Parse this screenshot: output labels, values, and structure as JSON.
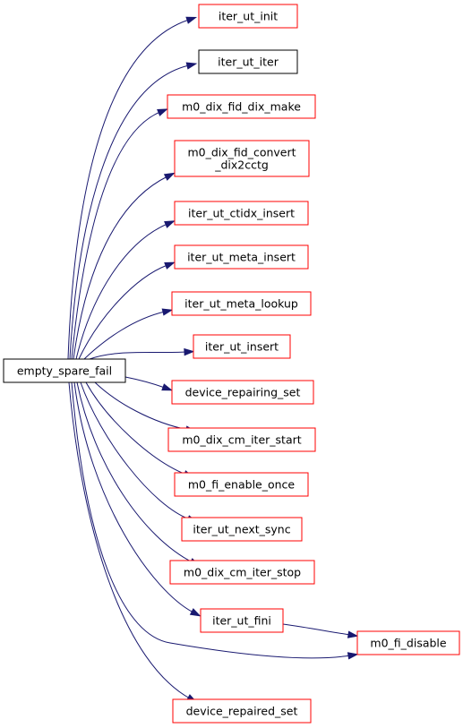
{
  "graph": {
    "root": {
      "id": "empty_spare_fail",
      "label": "empty_spare_fail",
      "fill": "#bfbfbf",
      "border": "#000000"
    },
    "nodes": [
      {
        "id": "iter_ut_init",
        "lines": [
          "iter_ut_init"
        ],
        "border": "#ff0000"
      },
      {
        "id": "iter_ut_iter",
        "lines": [
          "iter_ut_iter"
        ],
        "border": "#000000"
      },
      {
        "id": "m0_dix_fid_dix_make",
        "lines": [
          "m0_dix_fid_dix_make"
        ],
        "border": "#ff0000"
      },
      {
        "id": "m0_dix_fid_convert_dix2cctg",
        "lines": [
          "m0_dix_fid_convert",
          "_dix2cctg"
        ],
        "border": "#ff0000"
      },
      {
        "id": "iter_ut_ctidx_insert",
        "lines": [
          "iter_ut_ctidx_insert"
        ],
        "border": "#ff0000"
      },
      {
        "id": "iter_ut_meta_insert",
        "lines": [
          "iter_ut_meta_insert"
        ],
        "border": "#ff0000"
      },
      {
        "id": "iter_ut_meta_lookup",
        "lines": [
          "iter_ut_meta_lookup"
        ],
        "border": "#ff0000"
      },
      {
        "id": "iter_ut_insert",
        "lines": [
          "iter_ut_insert"
        ],
        "border": "#ff0000"
      },
      {
        "id": "device_repairing_set",
        "lines": [
          "device_repairing_set"
        ],
        "border": "#ff0000"
      },
      {
        "id": "m0_dix_cm_iter_start",
        "lines": [
          "m0_dix_cm_iter_start"
        ],
        "border": "#ff0000"
      },
      {
        "id": "m0_fi_enable_once",
        "lines": [
          "m0_fi_enable_once"
        ],
        "border": "#ff0000"
      },
      {
        "id": "iter_ut_next_sync",
        "lines": [
          "iter_ut_next_sync"
        ],
        "border": "#ff0000"
      },
      {
        "id": "m0_dix_cm_iter_stop",
        "lines": [
          "m0_dix_cm_iter_stop"
        ],
        "border": "#ff0000"
      },
      {
        "id": "iter_ut_fini",
        "lines": [
          "iter_ut_fini"
        ],
        "border": "#ff0000"
      },
      {
        "id": "m0_fi_disable",
        "lines": [
          "m0_fi_disable"
        ],
        "border": "#ff0000"
      },
      {
        "id": "device_repaired_set",
        "lines": [
          "device_repaired_set"
        ],
        "border": "#ff0000"
      }
    ],
    "edges": [
      {
        "from": "empty_spare_fail",
        "to": "iter_ut_init"
      },
      {
        "from": "empty_spare_fail",
        "to": "iter_ut_iter"
      },
      {
        "from": "empty_spare_fail",
        "to": "m0_dix_fid_dix_make"
      },
      {
        "from": "empty_spare_fail",
        "to": "m0_dix_fid_convert_dix2cctg"
      },
      {
        "from": "empty_spare_fail",
        "to": "iter_ut_ctidx_insert"
      },
      {
        "from": "empty_spare_fail",
        "to": "iter_ut_meta_insert"
      },
      {
        "from": "empty_spare_fail",
        "to": "iter_ut_meta_lookup"
      },
      {
        "from": "empty_spare_fail",
        "to": "iter_ut_insert"
      },
      {
        "from": "empty_spare_fail",
        "to": "device_repairing_set"
      },
      {
        "from": "empty_spare_fail",
        "to": "m0_dix_cm_iter_start"
      },
      {
        "from": "empty_spare_fail",
        "to": "m0_fi_enable_once"
      },
      {
        "from": "empty_spare_fail",
        "to": "iter_ut_next_sync"
      },
      {
        "from": "empty_spare_fail",
        "to": "m0_dix_cm_iter_stop"
      },
      {
        "from": "empty_spare_fail",
        "to": "iter_ut_fini"
      },
      {
        "from": "empty_spare_fail",
        "to": "m0_fi_disable"
      },
      {
        "from": "empty_spare_fail",
        "to": "device_repaired_set"
      },
      {
        "from": "iter_ut_fini",
        "to": "m0_fi_disable"
      }
    ],
    "edge_color": "#191970"
  }
}
